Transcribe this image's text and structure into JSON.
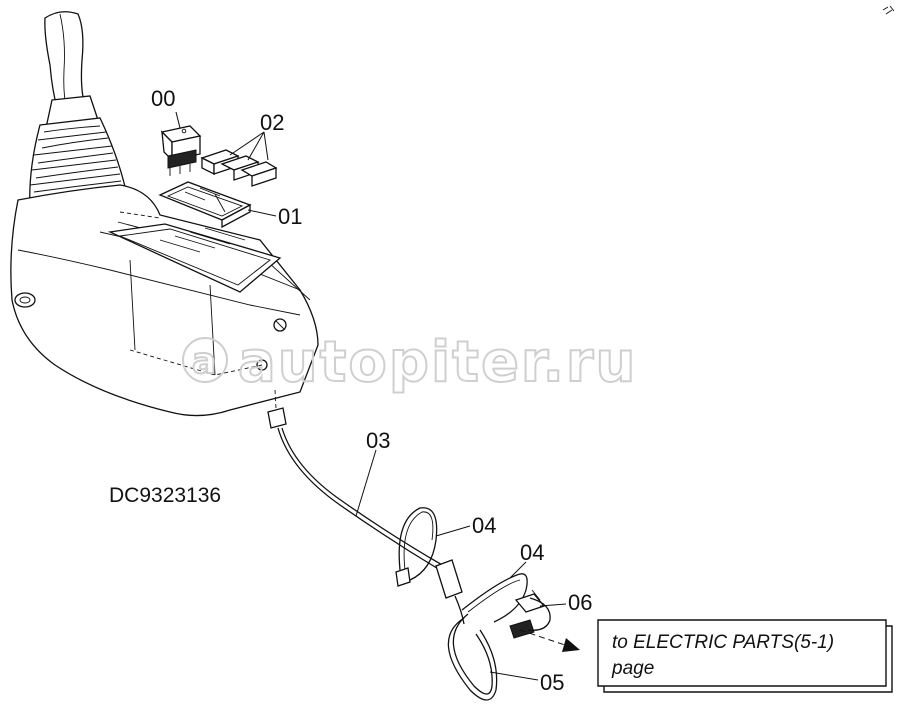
{
  "diagram": {
    "part_number": "DC9323136",
    "callouts": {
      "c00": "00",
      "c01": "01",
      "c02": "02",
      "c03": "03",
      "c04a": "04",
      "c04b": "04",
      "c05": "05",
      "c06": "06"
    },
    "reference_box": {
      "line1": "to ELECTRIC PARTS(5-1)",
      "line2": "page"
    },
    "watermark": "autopiter.ru"
  }
}
